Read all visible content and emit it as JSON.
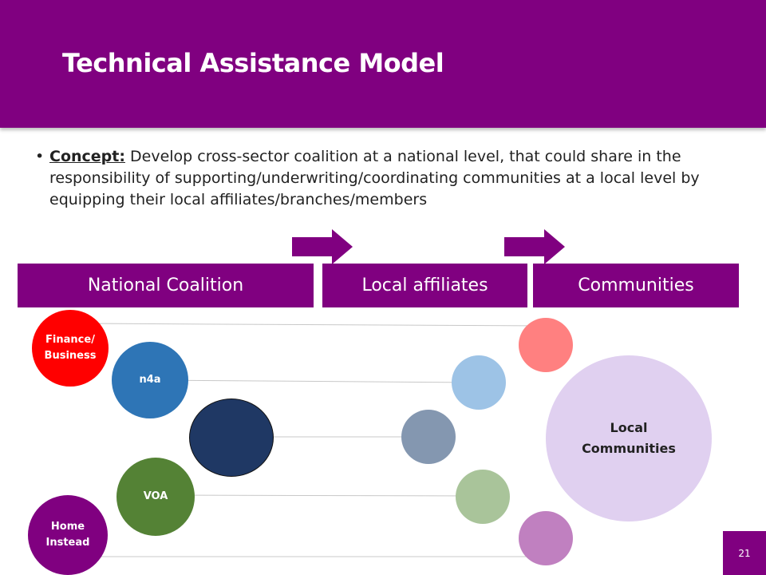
{
  "slide": {
    "title": "Technical Assistance Model",
    "concept_label": "Concept:",
    "concept_text": " Develop cross-sector coalition at a national level, that could share in the responsibility of supporting/underwriting/coordinating communities at a local level by equipping their local affiliates/branches/members",
    "page_number": "21"
  },
  "stages": {
    "national": "National Coalition",
    "affiliates": "Local affiliates",
    "communities": "Communities"
  },
  "nodes": {
    "finance": "Finance/ Business",
    "n4a": "n4a",
    "voa": "VOA",
    "home": "Home Instead",
    "local": "Local Communities"
  },
  "colors": {
    "purple": "#800080",
    "finance": "#ff0000",
    "n4a": "#2e75b6",
    "navy": "#1f3864",
    "voa": "#548235",
    "home": "#800080",
    "affiliate_blue": "#9dc3e6",
    "affiliate_gray": "#8497b0",
    "affiliate_green": "#a9c49a",
    "community_red": "#ff8080",
    "community_pink": "#c080c0",
    "local_lavender": "#e0d0f0"
  }
}
